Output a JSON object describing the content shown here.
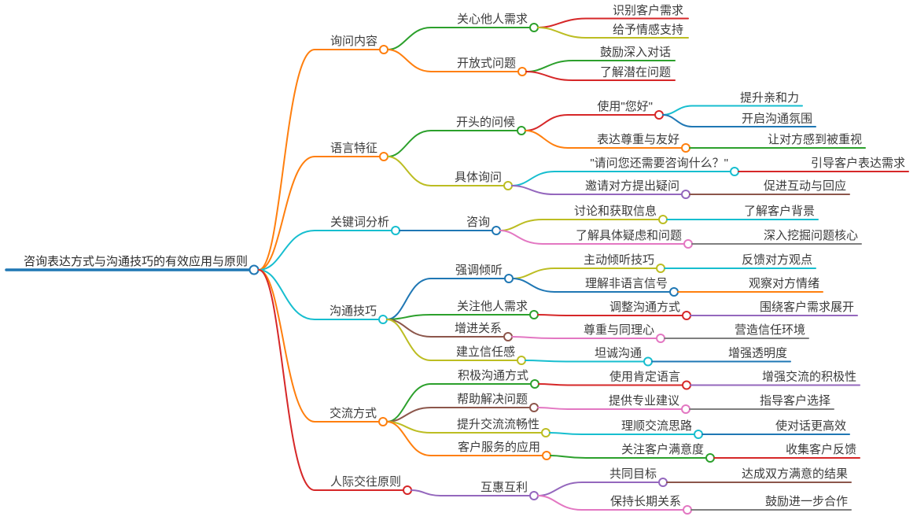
{
  "palette": {
    "blue": "#1f77b4",
    "orange": "#ff7f0e",
    "green": "#2ca02c",
    "red": "#d62728",
    "purple": "#9467bd",
    "brown": "#8c564b",
    "pink": "#e377c2",
    "gray": "#7f7f7f",
    "olive": "#bcbd22",
    "cyan": "#17becf"
  },
  "mindmap": {
    "root": {
      "label": "咨询表达方式与沟通技巧的有效应用与原则",
      "color": "#1f77b4"
    },
    "branches": [
      {
        "label": "询问内容",
        "color": "#ff7f0e",
        "children": [
          {
            "label": "关心他人需求",
            "color": "#2ca02c",
            "children": [
              {
                "label": "识别客户需求",
                "color": "#d62728"
              },
              {
                "label": "给予情感支持",
                "color": "#bcbd22"
              }
            ]
          },
          {
            "label": "开放式问题",
            "color": "#ff7f0e",
            "children": [
              {
                "label": "鼓励深入对话",
                "color": "#2ca02c"
              },
              {
                "label": "了解潜在问题",
                "color": "#d62728"
              }
            ]
          }
        ]
      },
      {
        "label": "语言特征",
        "color": "#ff7f0e",
        "children": [
          {
            "label": "开头的问候",
            "color": "#2ca02c",
            "children": [
              {
                "label": "使用\"您好\"",
                "color": "#d62728",
                "children": [
                  {
                    "label": "提升亲和力",
                    "color": "#17becf"
                  },
                  {
                    "label": "开启沟通氛围",
                    "color": "#1f77b4"
                  }
                ]
              },
              {
                "label": "表达尊重与友好",
                "color": "#ff7f0e",
                "children": [
                  {
                    "label": "让对方感到被重视",
                    "color": "#2ca02c"
                  }
                ]
              }
            ]
          },
          {
            "label": "具体询问",
            "color": "#bcbd22",
            "children": [
              {
                "label": "\"请问您还需要咨询什么？\"",
                "color": "#17becf",
                "children": [
                  {
                    "label": "引导客户表达需求",
                    "color": "#d62728"
                  }
                ]
              },
              {
                "label": "邀请对方提出疑问",
                "color": "#9467bd",
                "children": [
                  {
                    "label": "促进互动与回应",
                    "color": "#8c564b"
                  }
                ]
              }
            ]
          }
        ]
      },
      {
        "label": "关键词分析",
        "color": "#17becf",
        "children": [
          {
            "label": "咨询",
            "color": "#1f77b4",
            "children": [
              {
                "label": "讨论和获取信息",
                "color": "#bcbd22",
                "children": [
                  {
                    "label": "了解客户背景",
                    "color": "#17becf"
                  }
                ]
              },
              {
                "label": "了解具体疑虑和问题",
                "color": "#e377c2",
                "children": [
                  {
                    "label": "深入挖掘问题核心",
                    "color": "#7f7f7f"
                  }
                ]
              }
            ]
          }
        ]
      },
      {
        "label": "沟通技巧",
        "color": "#17becf",
        "children": [
          {
            "label": "强调倾听",
            "color": "#1f77b4",
            "children": [
              {
                "label": "主动倾听技巧",
                "color": "#bcbd22",
                "children": [
                  {
                    "label": "反馈对方观点",
                    "color": "#17becf"
                  }
                ]
              },
              {
                "label": "理解非语言信号",
                "color": "#1f77b4",
                "children": [
                  {
                    "label": "观察对方情绪",
                    "color": "#ff7f0e"
                  }
                ]
              }
            ]
          },
          {
            "label": "关注他人需求",
            "color": "#2ca02c",
            "children": [
              {
                "label": "调整沟通方式",
                "color": "#d62728",
                "children": [
                  {
                    "label": "围绕客户需求展开",
                    "color": "#9467bd"
                  }
                ]
              }
            ]
          },
          {
            "label": "增进关系",
            "color": "#8c564b",
            "children": [
              {
                "label": "尊重与同理心",
                "color": "#e377c2",
                "children": [
                  {
                    "label": "营造信任环境",
                    "color": "#7f7f7f"
                  }
                ]
              }
            ]
          },
          {
            "label": "建立信任感",
            "color": "#bcbd22",
            "children": [
              {
                "label": "坦诚沟通",
                "color": "#17becf",
                "children": [
                  {
                    "label": "增强透明度",
                    "color": "#1f77b4"
                  }
                ]
              }
            ]
          }
        ]
      },
      {
        "label": "交流方式",
        "color": "#ff7f0e",
        "children": [
          {
            "label": "积极沟通方式",
            "color": "#2ca02c",
            "children": [
              {
                "label": "使用肯定语言",
                "color": "#d62728",
                "children": [
                  {
                    "label": "增强交流的积极性",
                    "color": "#9467bd"
                  }
                ]
              }
            ]
          },
          {
            "label": "帮助解决问题",
            "color": "#8c564b",
            "children": [
              {
                "label": "提供专业建议",
                "color": "#e377c2",
                "children": [
                  {
                    "label": "指导客户选择",
                    "color": "#7f7f7f"
                  }
                ]
              }
            ]
          },
          {
            "label": "提升交流流畅性",
            "color": "#bcbd22",
            "children": [
              {
                "label": "理顺交流思路",
                "color": "#17becf",
                "children": [
                  {
                    "label": "使对话更高效",
                    "color": "#1f77b4"
                  }
                ]
              }
            ]
          },
          {
            "label": "客户服务的应用",
            "color": "#ff7f0e",
            "children": [
              {
                "label": "关注客户满意度",
                "color": "#2ca02c",
                "children": [
                  {
                    "label": "收集客户反馈",
                    "color": "#d62728"
                  }
                ]
              }
            ]
          }
        ]
      },
      {
        "label": "人际交往原则",
        "color": "#d62728",
        "children": [
          {
            "label": "互惠互利",
            "color": "#9467bd",
            "children": [
              {
                "label": "共同目标",
                "color": "#9467bd",
                "children": [
                  {
                    "label": "达成双方满意的结果",
                    "color": "#8c564b"
                  }
                ]
              },
              {
                "label": "保持长期关系",
                "color": "#e377c2",
                "children": [
                  {
                    "label": "鼓励进一步合作",
                    "color": "#7f7f7f"
                  }
                ]
              }
            ]
          }
        ]
      }
    ]
  }
}
